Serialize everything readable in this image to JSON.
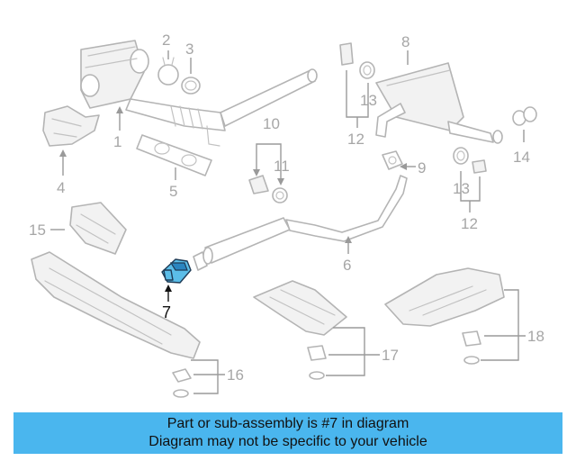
{
  "diagram": {
    "highlighted_part": "7",
    "callouts": {
      "c1": "1",
      "c2": "2",
      "c3": "3",
      "c4": "4",
      "c5": "5",
      "c6": "6",
      "c7": "7",
      "c8": "8",
      "c9": "9",
      "c10": "10",
      "c11": "11",
      "c12a": "12",
      "c12b": "12",
      "c13a": "13",
      "c13b": "13",
      "c14": "14",
      "c15": "15",
      "c16": "16",
      "c17": "17",
      "c18": "18"
    },
    "colors": {
      "highlight": "#5bbde8",
      "line_art": "#b4b4b4",
      "banner": "#4ab6ee"
    }
  },
  "banner": {
    "line1": "Part or sub-assembly is #7 in diagram",
    "line2": "Diagram may not be specific to your vehicle"
  }
}
